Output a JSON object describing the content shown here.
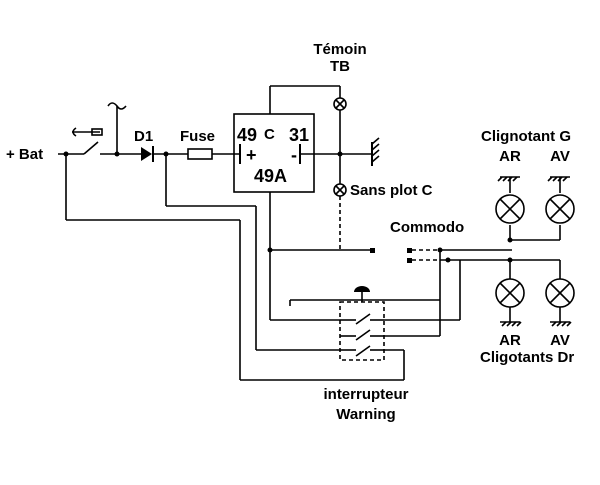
{
  "labels": {
    "bat": "+ Bat",
    "d1": "D1",
    "fuse": "Fuse",
    "temoin": "Témoin",
    "tb": "TB",
    "pin49": "49",
    "pinC": "C",
    "pin31": "31",
    "plus": "+",
    "minus": "-",
    "pin49a": "49A",
    "sans_plot": "Sans plot C",
    "commodo": "Commodo",
    "clignotant_g": "Clignotant G",
    "ar_top": "AR",
    "av_top": "AV",
    "ar_bottom": "AR",
    "av_bottom": "AV",
    "cligotants_dr": "Cligotants Dr",
    "interrupteur": "interrupteur",
    "warning": "Warning"
  }
}
